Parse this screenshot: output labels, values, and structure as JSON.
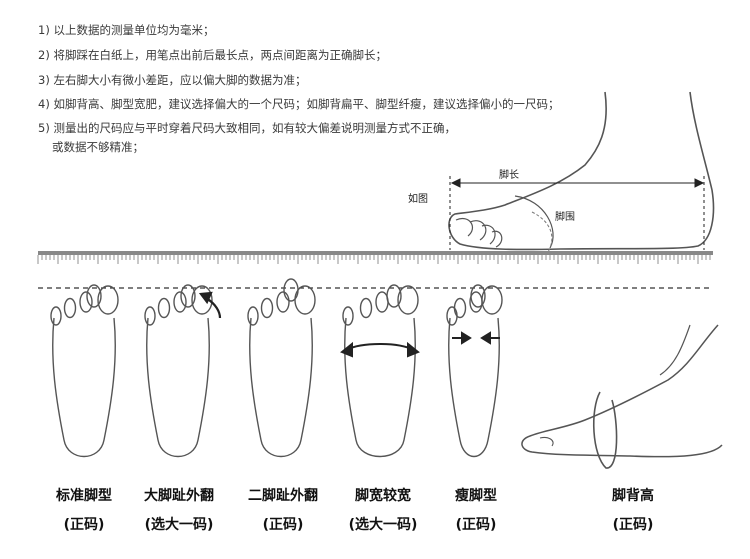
{
  "notes": [
    "1) 以上数据的测量单位均为毫米；",
    "2) 将脚踩在白纸上，用笔点出前后最长点，两点间距离为正确脚长；",
    "3) 左右脚大小有微小差距，应以偏大脚的数据为准；",
    "4) 如脚背高、脚型宽肥，建议选择偏大的一个尺码；如脚背扁平、脚型纤瘦，建议选择偏小的一尺码；",
    "5) 测量出的尺码应与平时穿着尺码大致相同，如有较大偏差说明测量方式不正确，",
    "或数据不够精准；"
  ],
  "measure_labels": {
    "foot_length": "脚长",
    "example": "如图",
    "foot_girth": "脚围"
  },
  "foot_types": [
    {
      "name": "标准脚型",
      "advice": "(正码)"
    },
    {
      "name": "大脚趾外翻",
      "advice": "(选大一码)"
    },
    {
      "name": "二脚趾外翻",
      "advice": "(正码)"
    },
    {
      "name": "脚宽较宽",
      "advice": "(选大一码)"
    },
    {
      "name": "瘦脚型",
      "advice": "(正码)"
    },
    {
      "name": "脚背高",
      "advice": "(正码)"
    }
  ],
  "colors": {
    "line": "#555555",
    "ruler": "#777777",
    "arrow": "#222222"
  }
}
